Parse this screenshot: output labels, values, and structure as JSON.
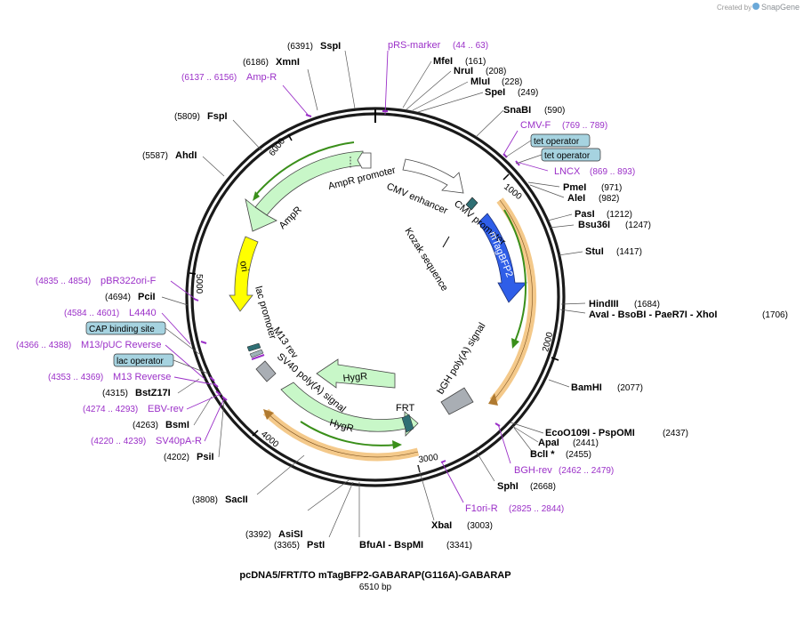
{
  "credit": {
    "created_by": "Created by",
    "brand": "SnapGene"
  },
  "plasmid": {
    "name": "pcDNA5/FRT/TO mTagBFP2-GABARAP(G116A)-GABARAP",
    "length_label": "6510 bp",
    "length": 6510
  },
  "ticks": [
    "1000",
    "2000",
    "3000",
    "4000",
    "5000",
    "6000"
  ],
  "sites": [
    {
      "name": "SspI",
      "pos": "(6391)"
    },
    {
      "name": "XmnI",
      "pos": "(6186)"
    },
    {
      "name": "FspI",
      "pos": "(5809)"
    },
    {
      "name": "AhdI",
      "pos": "(5587)"
    },
    {
      "name": "PciI",
      "pos": "(4694)"
    },
    {
      "name": "BstZ17I",
      "pos": "(4315)"
    },
    {
      "name": "BsmI",
      "pos": "(4263)"
    },
    {
      "name": "PsiI",
      "pos": "(4202)"
    },
    {
      "name": "SacII",
      "pos": "(3808)"
    },
    {
      "name": "AsiSI",
      "pos": "(3392)"
    },
    {
      "name": "PstI",
      "pos": "(3365)"
    },
    {
      "name": "BfuAI  - BspMI",
      "pos": "(3341)"
    },
    {
      "name": "XbaI",
      "pos": "(3003)"
    },
    {
      "name": "SphI",
      "pos": "(2668)"
    },
    {
      "name": "BclI *",
      "pos": "(2455)"
    },
    {
      "name": "ApaI",
      "pos": "(2441)"
    },
    {
      "name": "EcoO109I   - PspOMI",
      "pos": "(2437)"
    },
    {
      "name": "BamHI",
      "pos": "(2077)"
    },
    {
      "name": "AvaI   - BsoBI   - PaeR7I   - XhoI",
      "pos": "(1706)"
    },
    {
      "name": "HindIII",
      "pos": "(1684)"
    },
    {
      "name": "StuI",
      "pos": "(1417)"
    },
    {
      "name": "Bsu36I",
      "pos": "(1247)"
    },
    {
      "name": "PasI",
      "pos": "(1212)"
    },
    {
      "name": "AleI",
      "pos": "(982)"
    },
    {
      "name": "PmeI",
      "pos": "(971)"
    },
    {
      "name": "SnaBI",
      "pos": "(590)"
    },
    {
      "name": "SpeI",
      "pos": "(249)"
    },
    {
      "name": "MluI",
      "pos": "(228)"
    },
    {
      "name": "NruI",
      "pos": "(208)"
    },
    {
      "name": "MfeI",
      "pos": "(161)"
    }
  ],
  "primers": [
    {
      "name": "pRS-marker",
      "pos": "(44 .. 63)"
    },
    {
      "name": "Amp-R",
      "pos": "(6137 .. 6156)"
    },
    {
      "name": "CMV-F",
      "pos": "(769 .. 789)"
    },
    {
      "name": "LNCX",
      "pos": "(869 .. 893)"
    },
    {
      "name": "pBR322ori-F",
      "pos": "(4835 .. 4854)"
    },
    {
      "name": "L4440",
      "pos": "(4584 .. 4601)"
    },
    {
      "name": "M13/pUC Reverse",
      "pos": "(4366 .. 4388)"
    },
    {
      "name": "M13 Reverse",
      "pos": "(4353 .. 4369)"
    },
    {
      "name": "EBV-rev",
      "pos": "(4274 .. 4293)"
    },
    {
      "name": "SV40pA-R",
      "pos": "(4220 .. 4239)"
    },
    {
      "name": "BGH-rev",
      "pos": "(2462 .. 2479)"
    },
    {
      "name": "F1ori-R",
      "pos": "(2825 .. 2844)"
    }
  ],
  "boxed_labels": [
    "tet operator",
    "tet operator",
    "CAP binding site",
    "lac operator"
  ],
  "features": [
    "AmpR promoter",
    "AmpR",
    "CMV enhancer",
    "CMV promoter",
    "Kozak sequence",
    "mTagBFP2",
    "ori",
    "lac promoter",
    "M13 rev",
    "SV40 poly(A) signal",
    "HygR",
    "HygR",
    "FRT",
    "bGH poly(A) signal"
  ],
  "colors": {
    "backbone": "#1a1a1a",
    "primer": "#9b30c8",
    "marker_green": "#c8f7c8",
    "ori_yellow": "#ffff00",
    "blue_cds": "#2f5ee8",
    "orange_arc": "#f4c98a",
    "green_line": "#3a8f1a",
    "regulatory_box": "#a6d3e0",
    "polyA_gray": "#a9aeb4"
  }
}
